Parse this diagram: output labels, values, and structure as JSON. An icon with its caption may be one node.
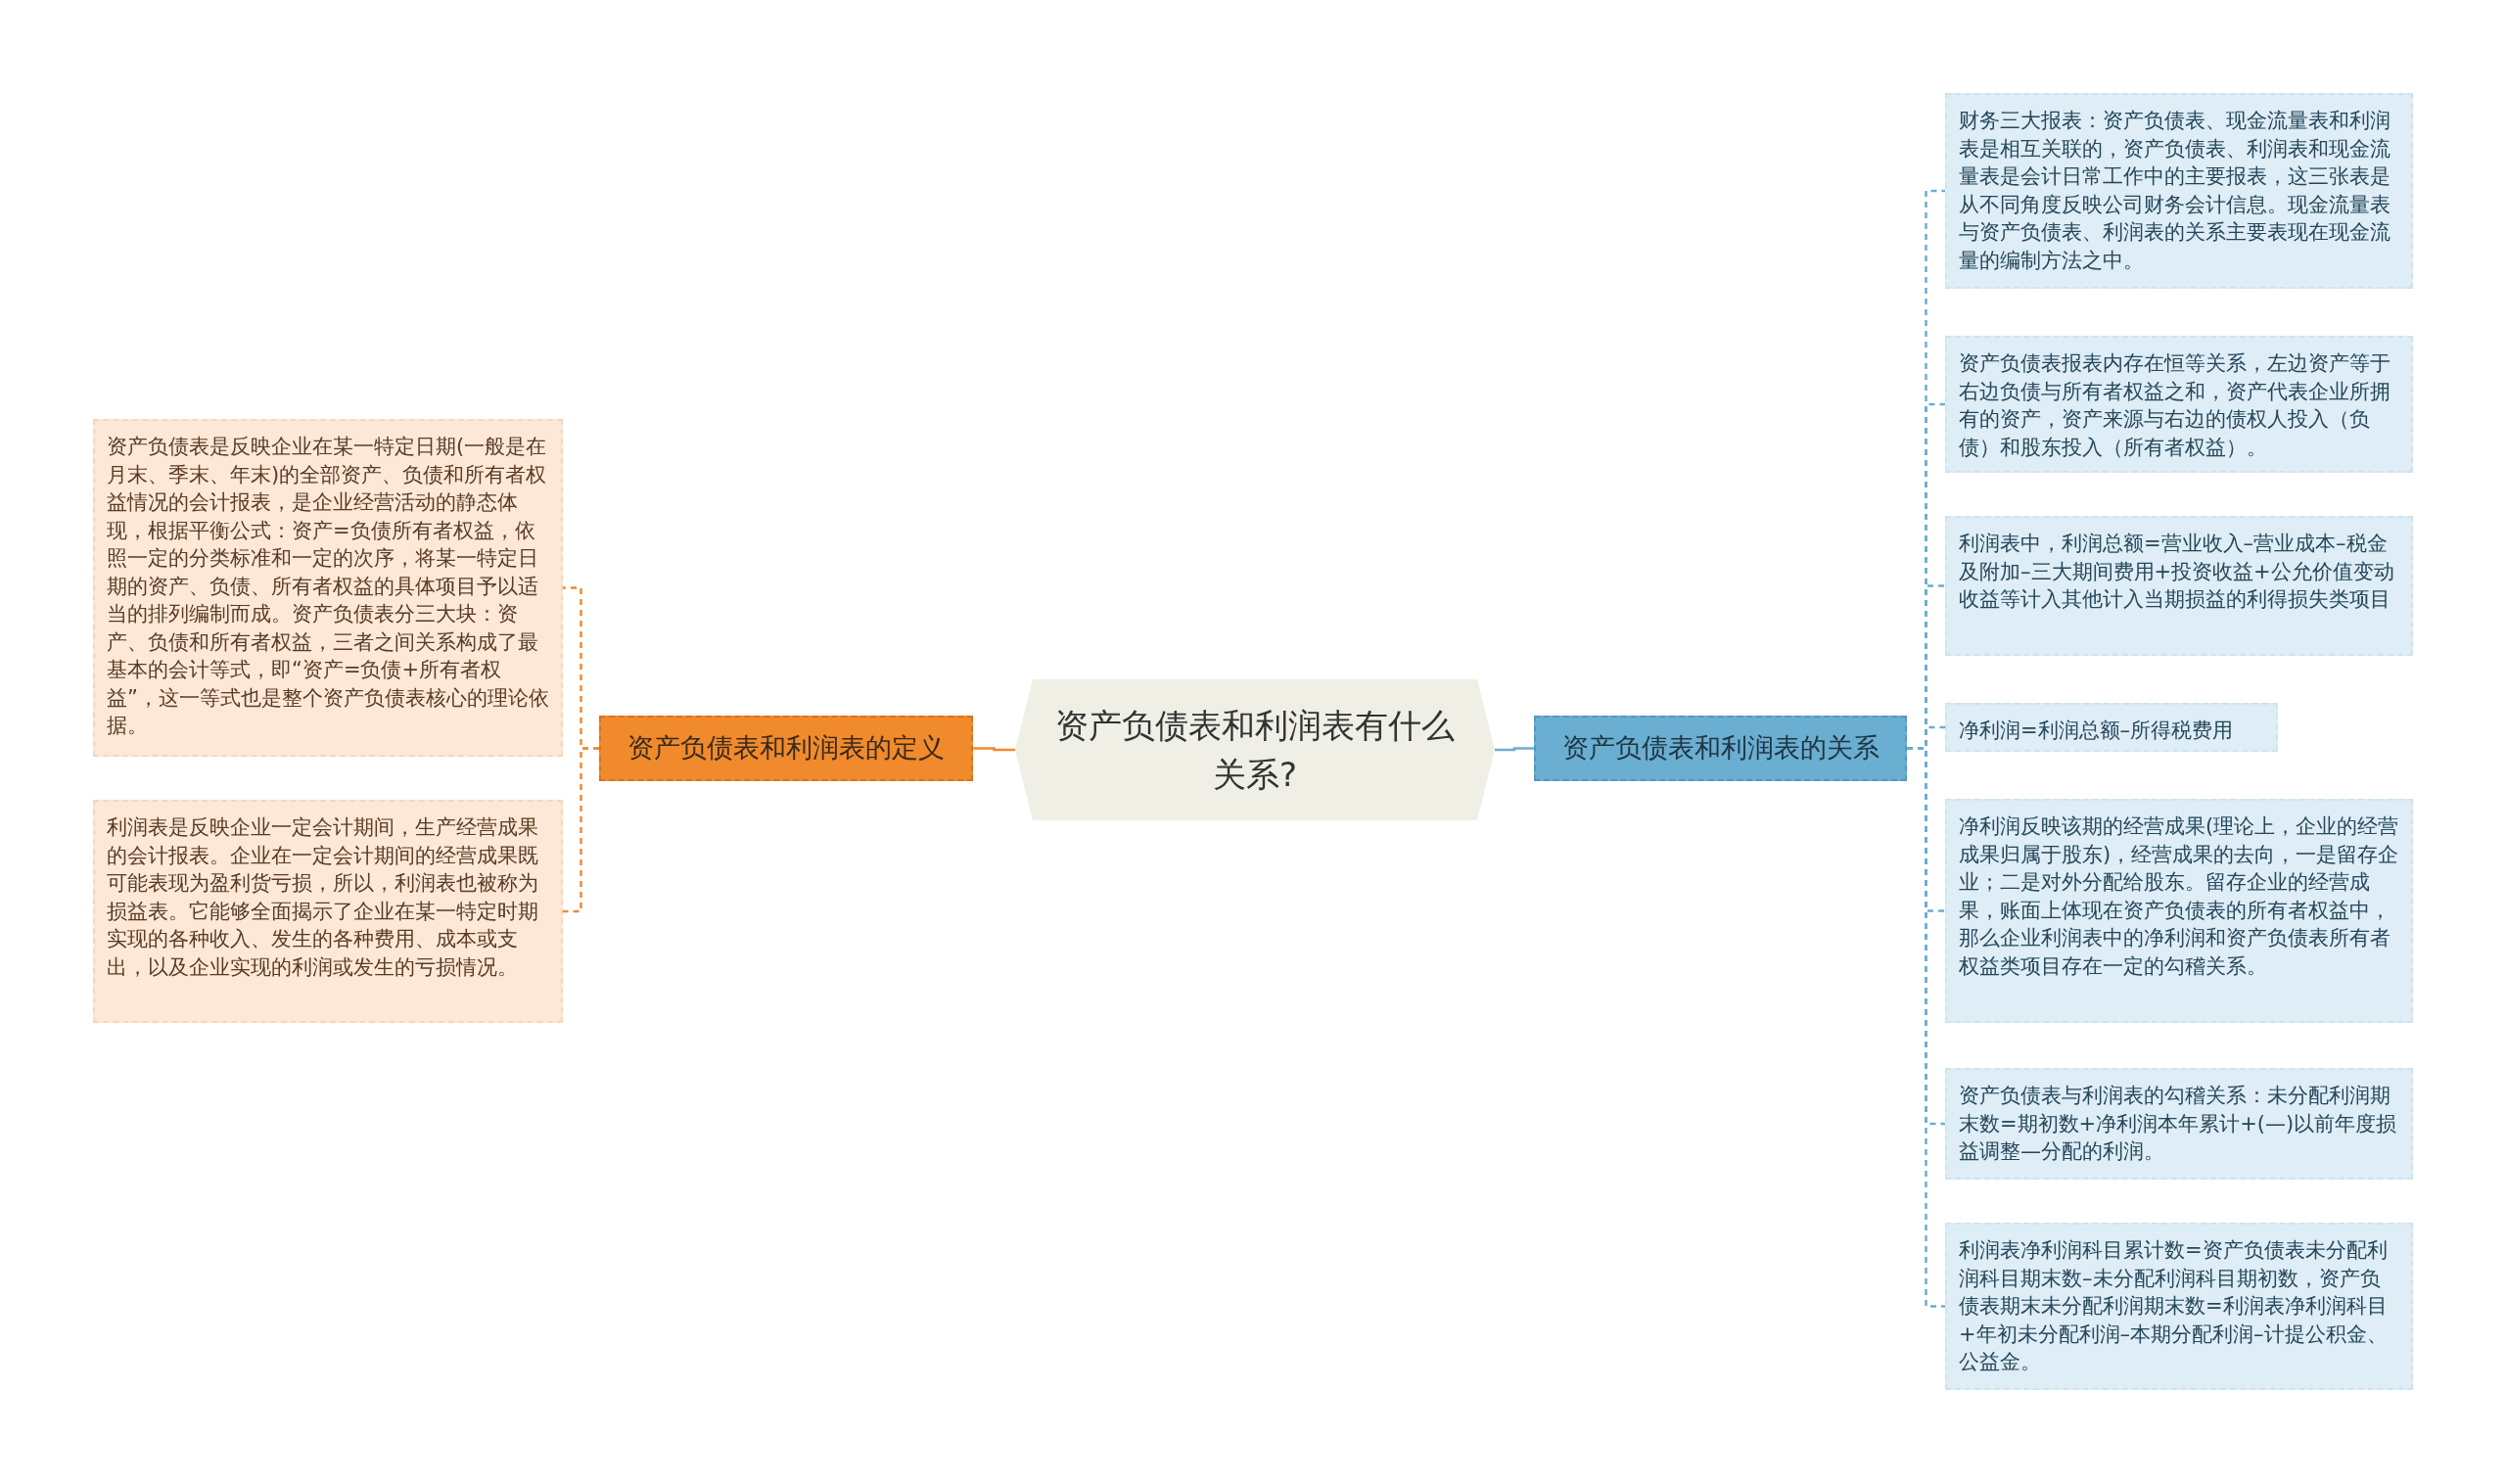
{
  "diagram": {
    "nodes": [
      {
        "text": [
          "资产负债表和利润表有什么关系?"
        ]
      },
      {
        "text": [
          "资产负债表和利润表的定义"
        ]
      },
      {
        "text": [
          "资产负债表是反映企业在某一特定日期(一般是在月末、季末、年末)的全部资产、负债和所有者权益情况的会计报表，是企业经营活动的静态体现，根据平衡公式：资产=负债所有者权益，依照一定的分类标准和一定的次序，将某一特定日期的资产、负债、所有者权益的具体项目予以适当的排列编制而成。资产负债表分三大块：资产、负债和所有者权益，三者之间关系构成了最基本的会计等式，即“资产=负债+所有者权益”，这一等式也是整个资产负债表核心的理论依据。"
        ]
      },
      {
        "text": [
          "利润表是反映企业一定会计期间，生产经营成果的会计报表。企业在一定会计期间的经营成果既可能表现为盈利货亏损，所以，利润表也被称为损益表。它能够全面揭示了企业在某一特定时期实现的各种收入、发生的各种费用、成本或支出，以及企业实现的利润或发生的亏损情况。"
        ]
      },
      {
        "text": [
          "资产负债表和利润表的关系"
        ]
      },
      {
        "text": [
          "财务三大报表：资产负债表、现金流量表和利润表是相互关联的，资产负债表、利润表和现金流量表是会计日常工作中的主要报表，这三张表是从不同角度反映公司财务会计信息。现金流量表与资产负债表、利润表的关系主要表现在现金流量的编制方法之中。"
        ]
      },
      {
        "text": [
          "资产负债表报表内存在恒等关系，左边资产等于右边负债与所有者权益之和，资产代表企业所拥有的资产，资产来源与右边的债权人投入（负债）和股东投入（所有者权益）。"
        ]
      },
      {
        "text": [
          "利润表中，利润总额=营业收入–营业成本–税金及附加–三大期间费用+投资收益+公允价值变动收益等计入其他计入当期损益的利得损失类项目"
        ]
      },
      {
        "text": [
          "净利润=利润总额–所得税费用"
        ]
      },
      {
        "text": [
          "净利润反映该期的经营成果(理论上，企业的经营成果归属于股东)，经营成果的去向，一是留存企业；二是对外分配给股东。留存企业的经营成果，账面上体现在资产负债表的所有者权益中，那么企业利润表中的净利润和资产负债表所有者权益类项目存在一定的勾稽关系。"
        ]
      },
      {
        "text": [
          "资产负债表与利润表的勾稽关系：未分配利润期末数=期初数+净利润本年累计+(—)以前年度损益调整—分配的利润。"
        ]
      },
      {
        "text": [
          "利润表净利润科目累计数=资产负债表未分配利润科目期末数–未分配利润科目期初数，资产负债表期末未分配利润期末数=利润表净利润科目+年初未分配利润–本期分配利润–计提公积金、公益金。"
        ]
      }
    ],
    "edges": [
      {
        "from": 0,
        "to": 1,
        "arrow": "none",
        "color": "#f08a2c"
      },
      {
        "from": 1,
        "to": 2,
        "arrow": "none",
        "style": "dashed",
        "color": "#f08a2c"
      },
      {
        "from": 1,
        "to": 3,
        "arrow": "none",
        "style": "dashed",
        "color": "#f08a2c"
      },
      {
        "from": 0,
        "to": 4,
        "arrow": "none",
        "color": "#6aaed1"
      },
      {
        "from": 4,
        "to": 5,
        "arrow": "none",
        "style": "dashed",
        "color": "#6aaed1"
      },
      {
        "from": 4,
        "to": 6,
        "arrow": "none",
        "style": "dashed",
        "color": "#6aaed1"
      },
      {
        "from": 4,
        "to": 7,
        "arrow": "none",
        "style": "dashed",
        "color": "#6aaed1"
      },
      {
        "from": 4,
        "to": 8,
        "arrow": "none",
        "style": "dashed",
        "color": "#6aaed1"
      },
      {
        "from": 4,
        "to": 9,
        "arrow": "none",
        "style": "dashed",
        "color": "#6aaed1"
      },
      {
        "from": 4,
        "to": 10,
        "arrow": "none",
        "style": "dashed",
        "color": "#6aaed1"
      },
      {
        "from": 4,
        "to": 11,
        "arrow": "none",
        "style": "dashed",
        "color": "#6aaed1"
      }
    ]
  }
}
